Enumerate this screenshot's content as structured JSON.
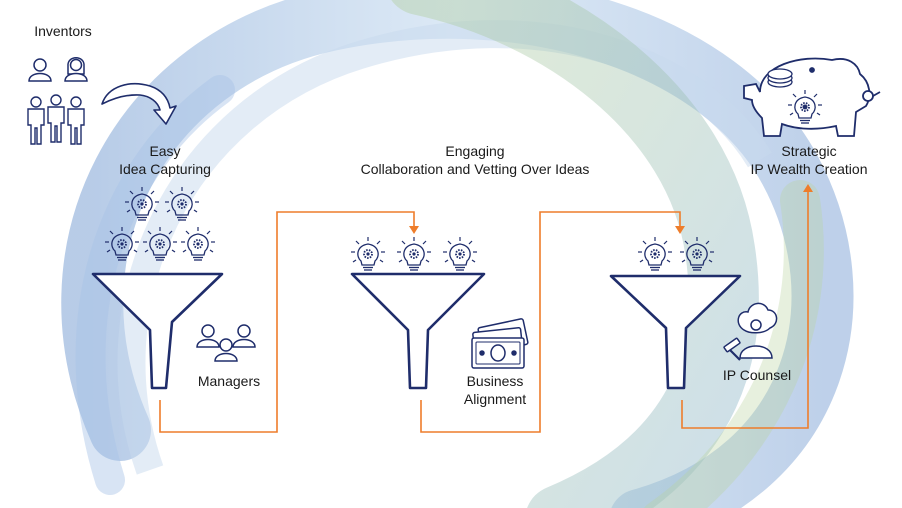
{
  "labels": {
    "inventors": "Inventors",
    "easy_line1": "Easy",
    "easy_line2": "Idea Capturing",
    "engaging_line1": "Engaging",
    "engaging_line2": "Collaboration and Vetting Over Ideas",
    "strategic_line1": "Strategic",
    "strategic_line2": "IP Wealth Creation",
    "managers": "Managers",
    "business_line1": "Business",
    "business_line2": "Alignment",
    "ip_counsel": "IP Counsel"
  },
  "colors": {
    "funnel_stroke": "#1f2d6b",
    "connector": "#ee7d2b",
    "icon_stroke": "#1f2d6b",
    "swirl_blue": "#8fb3dc",
    "swirl_green": "#b9d3a0"
  },
  "icons": {
    "inventors": "inventors-group-icon",
    "managers": "managers-group-icon",
    "business": "money-stack-icon",
    "counsel": "judge-gavel-icon",
    "bank": "piggy-bank-icon",
    "idea": "lightbulb-gear-icon",
    "arrow": "curved-arrow-icon"
  }
}
